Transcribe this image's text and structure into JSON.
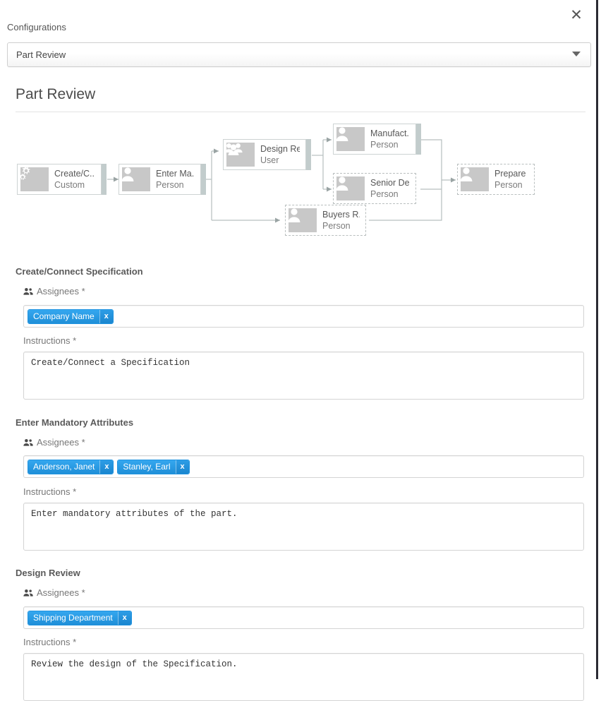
{
  "window": {
    "close_label": "✕"
  },
  "configurations": {
    "label": "Configurations",
    "selected": "Part Review",
    "caret_icon": "chevron-down-icon"
  },
  "page": {
    "title": "Part Review"
  },
  "workflow": {
    "nodes": [
      {
        "title": "Create/C...",
        "subtitle": "Custom",
        "icon": "gears-icon",
        "style": "solid"
      },
      {
        "title": "Enter Ma...",
        "subtitle": "Person",
        "icon": "person-icon",
        "style": "solid"
      },
      {
        "title": "Design Re...",
        "subtitle": "User",
        "icon": "people-icon",
        "style": "solid"
      },
      {
        "title": "Manufact...",
        "subtitle": "Person",
        "icon": "person-icon",
        "style": "solid"
      },
      {
        "title": "Senior De...",
        "subtitle": "Person",
        "icon": "person-icon",
        "style": "dashed"
      },
      {
        "title": "Buyers R...",
        "subtitle": "Person",
        "icon": "person-icon",
        "style": "dashed"
      },
      {
        "title": "Prepare f...",
        "subtitle": "Person",
        "icon": "person-icon",
        "style": "dashed"
      }
    ]
  },
  "sections": [
    {
      "title": "Create/Connect Specification",
      "assignees_label": "Assignees *",
      "assignees_icon": "people-icon",
      "tags": [
        "Company Name"
      ],
      "tag_remove_label": "x",
      "instructions_label": "Instructions *",
      "instructions_value": "Create/Connect a Specification"
    },
    {
      "title": "Enter Mandatory Attributes",
      "assignees_label": "Assignees *",
      "assignees_icon": "people-icon",
      "tags": [
        "Anderson, Janet",
        "Stanley, Earl"
      ],
      "tag_remove_label": "x",
      "instructions_label": "Instructions *",
      "instructions_value": "Enter mandatory attributes of the part."
    },
    {
      "title": "Design Review",
      "assignees_label": "Assignees *",
      "assignees_icon": "people-icon",
      "tags": [
        "Shipping Department"
      ],
      "tag_remove_label": "x",
      "instructions_label": "Instructions *",
      "instructions_value": "Review the design of the Specification."
    }
  ],
  "colors": {
    "tag_blue": "#2e9de6",
    "node_icon_gray": "#c8c8c8",
    "node_border": "#cdd3d3",
    "connector": "#b6bfbf"
  }
}
